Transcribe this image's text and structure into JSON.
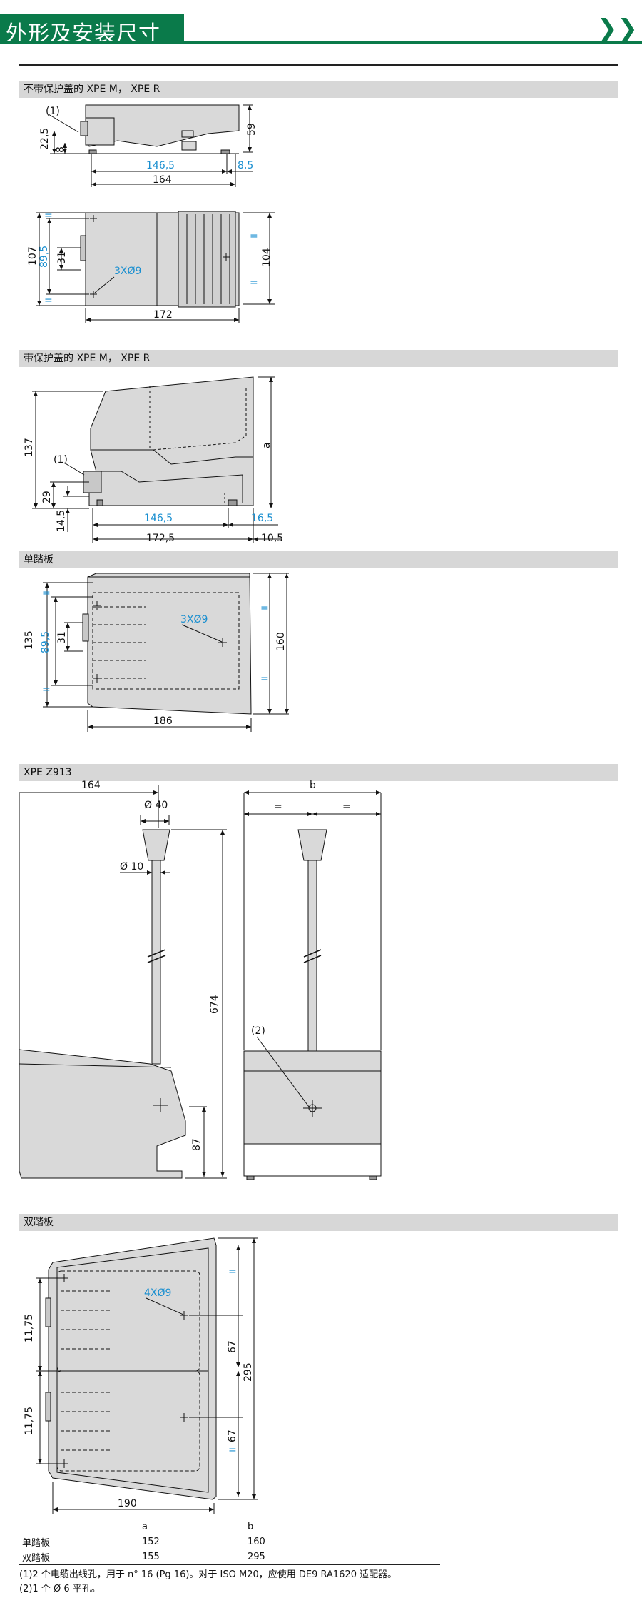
{
  "header": {
    "title": "外形及安装尺寸",
    "chevron": "❯❯",
    "accent": "#0a7a4a"
  },
  "sections": {
    "s1": "不带保护盖的 XPE M， XPE R",
    "s2": "带保护盖的 XPE M， XPE R",
    "s3": "单踏板",
    "s4": "XPE Z913",
    "s5": "双踏板"
  },
  "dims": {
    "d1": {
      "n1": "(1)",
      "a": "22,5",
      "b": "8",
      "c": "59",
      "d": "146,5",
      "e": "8,5",
      "f": "164"
    },
    "d2": {
      "a": "107",
      "b": "89,5",
      "c": "31",
      "d": "3XØ9",
      "e": "104",
      "f": "172",
      "eq": "="
    },
    "d3": {
      "a": "137",
      "n1": "(1)",
      "b": "29",
      "c": "14,5",
      "d": "146,5",
      "e": "16,5",
      "f": "172,5",
      "g": "10,5",
      "h": "a"
    },
    "d4": {
      "a": "135",
      "b": "89,5",
      "c": "31",
      "d": "3XØ9",
      "e": "160",
      "f": "186",
      "eq": "="
    },
    "d5": {
      "a": "164",
      "b": "Ø 40",
      "c": "Ø 10",
      "d": "674",
      "e": "87",
      "f": "b",
      "g": "(2)",
      "eq": "="
    },
    "d6": {
      "a": "11,75",
      "b": "11,75",
      "c": "4XØ9",
      "d": "67",
      "e": "67",
      "f": "295",
      "g": "190",
      "eq": "="
    }
  },
  "table": {
    "header": [
      "",
      "a",
      "b"
    ],
    "rows": [
      [
        "单踏板",
        "152",
        "160"
      ],
      [
        "双踏板",
        "155",
        "295"
      ]
    ]
  },
  "notes": {
    "n1": "(1)2 个电缆出线孔，用于 n° 16 (Pg 16)。对于 ISO M20，应使用 DE9 RA1620 适配器。",
    "n2": "(2)1 个 Ø 6 平孔。"
  }
}
